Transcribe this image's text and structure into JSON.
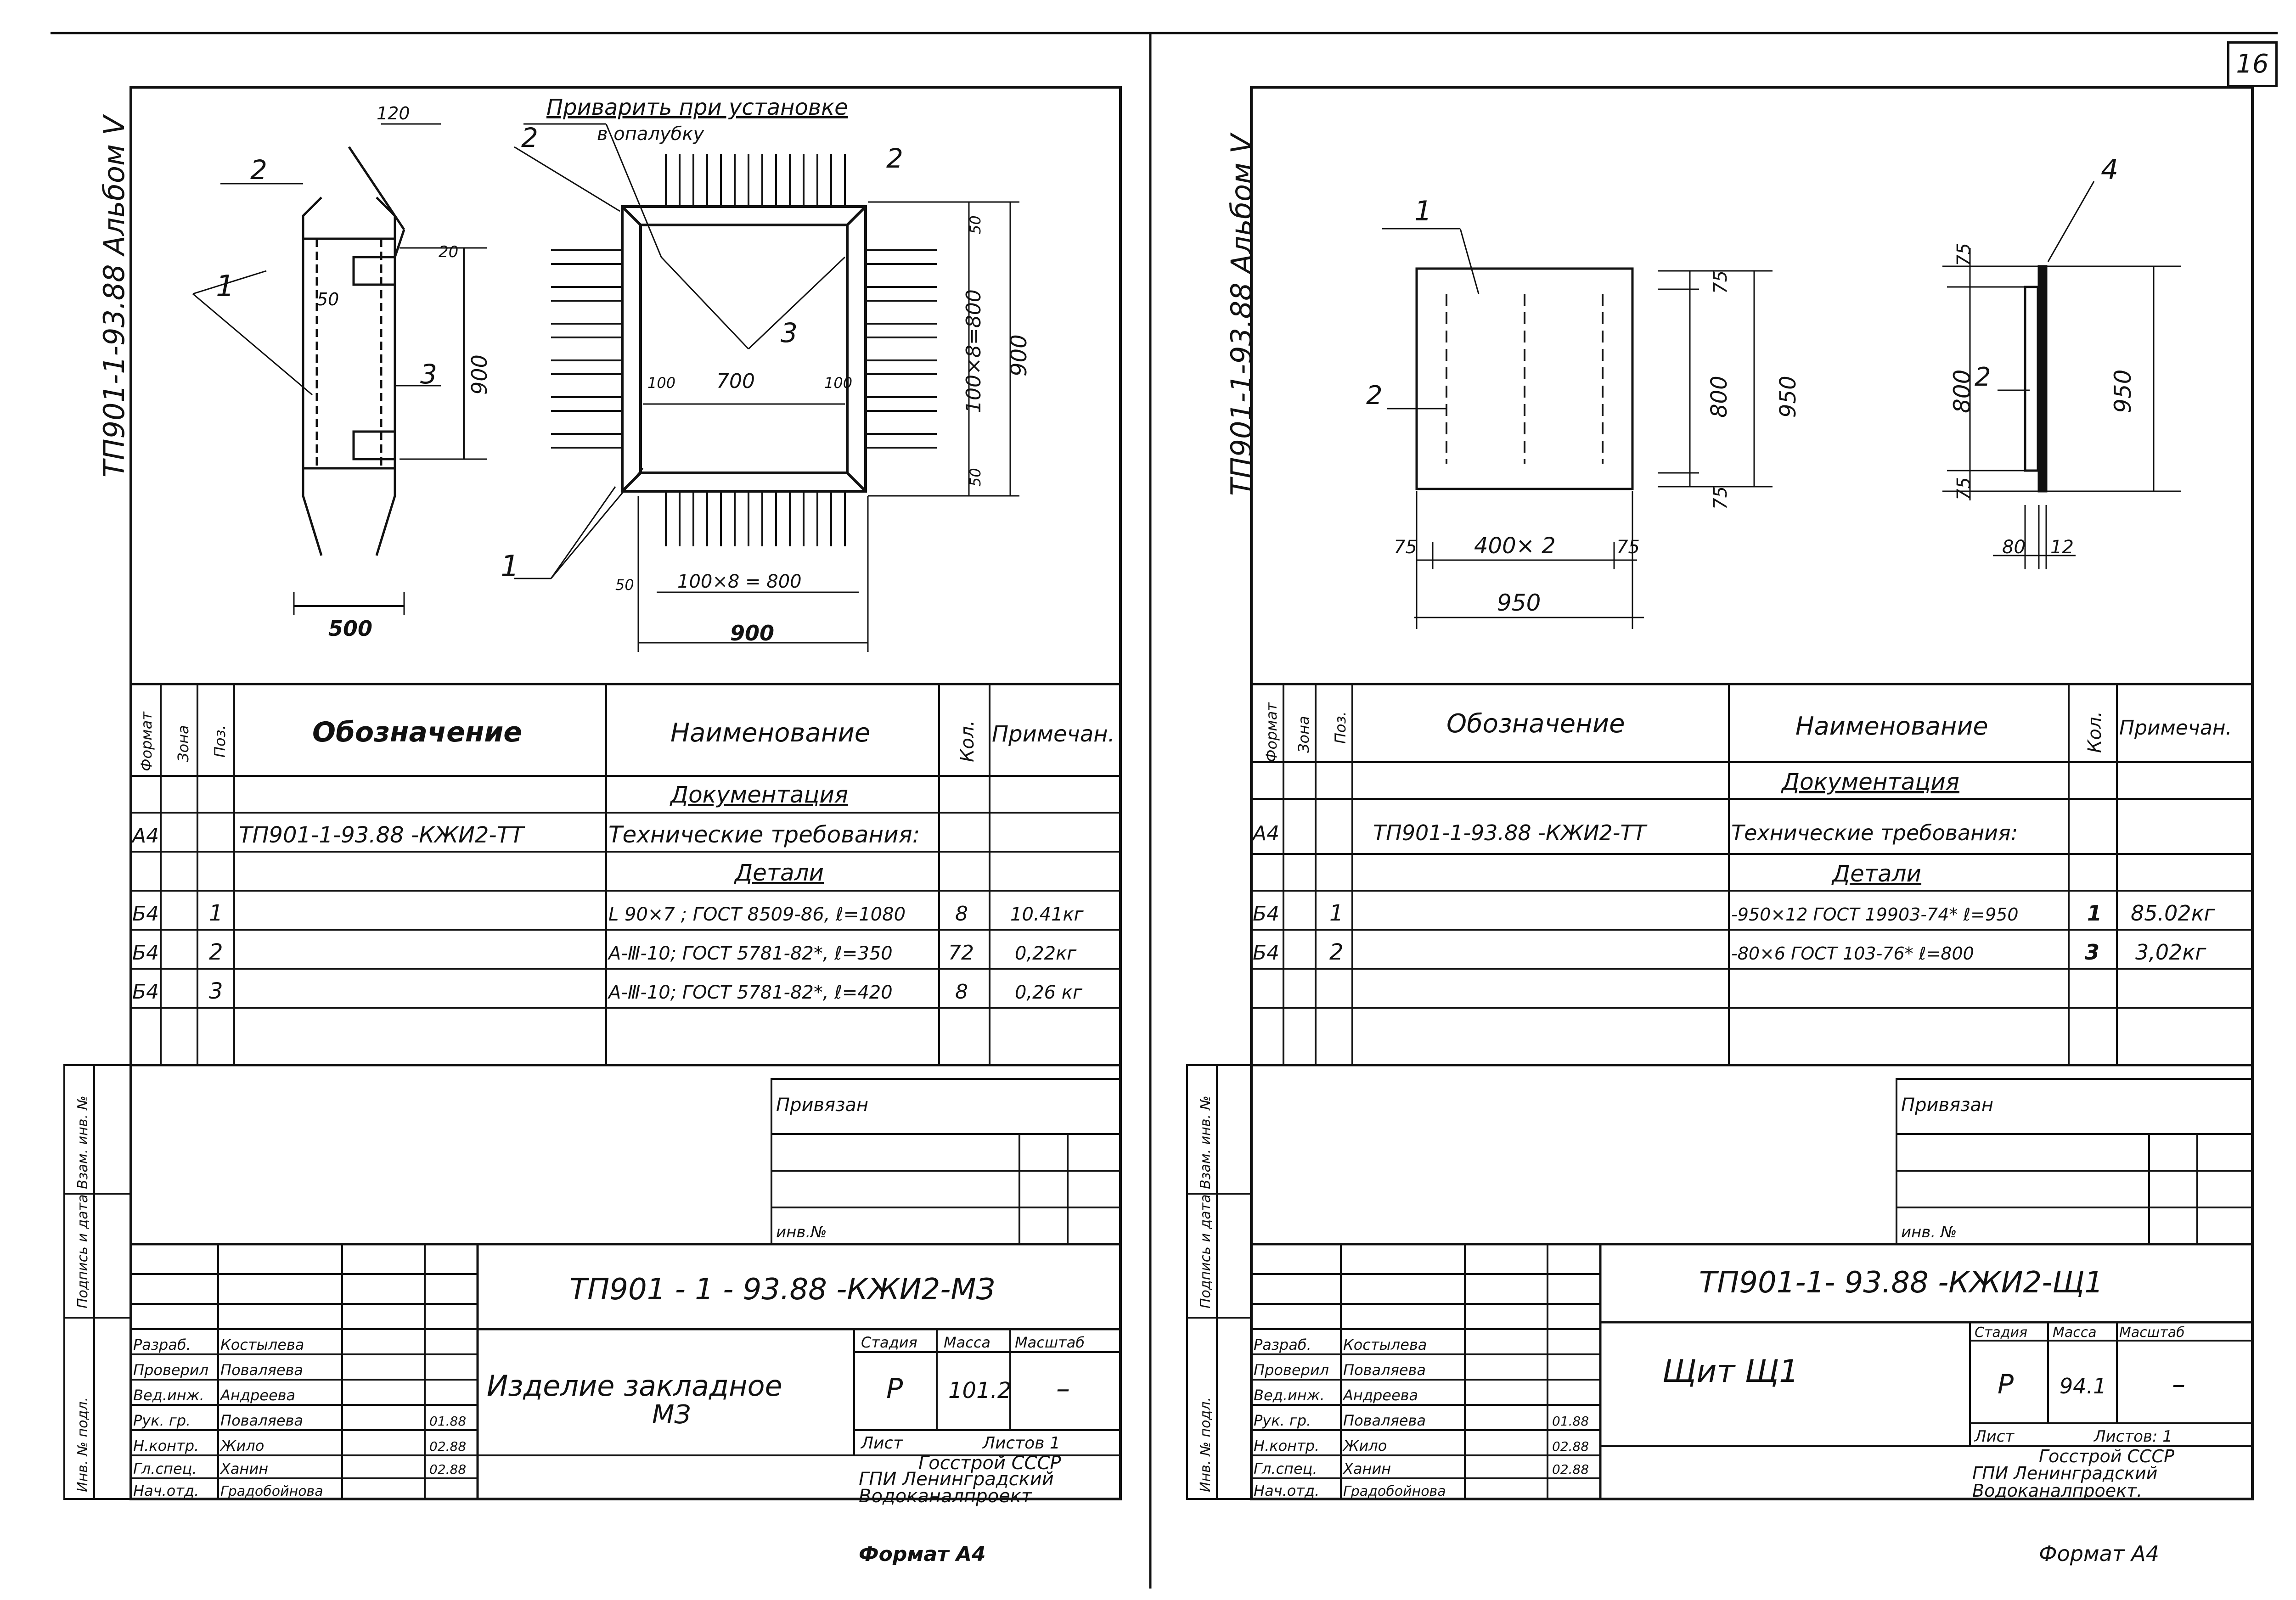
{
  "page_number": "16",
  "sheet_left": {
    "album_label": "ТП901-1-93.88 Альбом V",
    "drawing": {
      "dims": [
        "120",
        "20",
        "50",
        "900",
        "500",
        "700",
        "100",
        "100",
        "50",
        "100×8=800",
        "900",
        "50",
        "100×8 = 800",
        "50",
        "900"
      ],
      "leaders": [
        "1",
        "2",
        "2",
        "3",
        "3",
        "2",
        "1"
      ],
      "note_line1": "Приварить при установке",
      "note_line2": "в опалубку"
    },
    "spec": {
      "col_format": "Формат",
      "col_zone": "Зона",
      "col_pos": "Поз.",
      "col_designation": "Обозначение",
      "col_name": "Наименование",
      "col_qty": "Кол.",
      "col_note": "Примечан.",
      "rows": [
        {
          "format": "",
          "pos": "",
          "designation": "",
          "name": "Документация",
          "qty": "",
          "note": ""
        },
        {
          "format": "А4",
          "pos": "",
          "designation": "ТП901-1-93.88 -КЖИ2-ТТ",
          "name": "Технические требования:",
          "qty": "",
          "note": ""
        },
        {
          "format": "",
          "pos": "",
          "designation": "",
          "name": "Детали",
          "qty": "",
          "note": ""
        },
        {
          "format": "Б4",
          "pos": "1",
          "designation": "",
          "name": "L 90×7 ; ГОСТ 8509-86, ℓ=1080",
          "qty": "8",
          "note": "10.41кг"
        },
        {
          "format": "Б4",
          "pos": "2",
          "designation": "",
          "name": "А-Ⅲ-10; ГОСТ 5781-82*, ℓ=350",
          "qty": "72",
          "note": "0,22кг"
        },
        {
          "format": "Б4",
          "pos": "3",
          "designation": "",
          "name": "А-Ⅲ-10; ГОСТ 5781-82*, ℓ=420",
          "qty": "8",
          "note": "0,26 кг"
        }
      ]
    },
    "side_stamp": [
      "Инв. № подл.",
      "Подпись и дата",
      "Взам. инв. №"
    ],
    "privyazan": "Привязан",
    "inv_no": "инв.№",
    "title_block": {
      "code": "ТП901 - 1 - 93.88 -КЖИ2-МЗ",
      "name_line1": "Изделие закладное",
      "name_line2": "МЗ",
      "stage_label": "Стадия",
      "mass_label": "Масса",
      "scale_label": "Масштаб",
      "stage": "Р",
      "mass": "101.2",
      "scale": "–",
      "sheet_label": "Лист",
      "sheets_label": "Листов 1",
      "org_line1": "Госстрой СССР",
      "org_line2": "ГПИ Ленинградский",
      "org_line3": "Водоканалпроект",
      "staff": [
        {
          "role": "Разраб.",
          "name": "Костылева",
          "date": ""
        },
        {
          "role": "Проверил",
          "name": "Поваляева",
          "date": ""
        },
        {
          "role": "Вед.инж.",
          "name": "Андреева",
          "date": ""
        },
        {
          "role": "Рук. гр.",
          "name": "Поваляева",
          "date": "01.88"
        },
        {
          "role": "Н.контр.",
          "name": "Жило",
          "date": "02.88"
        },
        {
          "role": "Гл.спец.",
          "name": "Ханин",
          "date": "02.88"
        },
        {
          "role": "Нач.отд.",
          "name": "Градобойнова",
          "date": ""
        }
      ]
    },
    "format_label": "Формат А4"
  },
  "sheet_right": {
    "album_label": "ТП901-1-93.88 Альбом V",
    "drawing": {
      "dims": [
        "75",
        "800",
        "950",
        "75",
        "75",
        "400× 2",
        "75",
        "950",
        "75",
        "800",
        "950",
        "75",
        "80",
        "12"
      ],
      "leaders": [
        "1",
        "2",
        "4",
        "2"
      ]
    },
    "spec": {
      "col_format": "Формат",
      "col_zone": "Зона",
      "col_pos": "Поз.",
      "col_designation": "Обозначение",
      "col_name": "Наименование",
      "col_qty": "Кол.",
      "col_note": "Примечан.",
      "rows": [
        {
          "format": "",
          "pos": "",
          "designation": "",
          "name": "Документация",
          "qty": "",
          "note": ""
        },
        {
          "format": "А4",
          "pos": "",
          "designation": "ТП901-1-93.88 -КЖИ2-ТТ",
          "name": "Технические требования:",
          "qty": "",
          "note": ""
        },
        {
          "format": "",
          "pos": "",
          "designation": "",
          "name": "Детали",
          "qty": "",
          "note": ""
        },
        {
          "format": "Б4",
          "pos": "1",
          "designation": "",
          "name": "-950×12 ГОСТ 19903-74* ℓ=950",
          "qty": "1",
          "note": "85.02кг"
        },
        {
          "format": "Б4",
          "pos": "2",
          "designation": "",
          "name": "-80×6 ГОСТ 103-76* ℓ=800",
          "qty": "3",
          "note": "3,02кг"
        }
      ]
    },
    "side_stamp": [
      "Инв. № подл.",
      "Подпись и дата",
      "Взам. инв. №"
    ],
    "privyazan": "Привязан",
    "inv_no": "инв. №",
    "title_block": {
      "code": "ТП901-1- 93.88 -КЖИ2-Щ1",
      "name_line1": "Щит Щ1",
      "stage_label": "Стадия",
      "mass_label": "Масса",
      "scale_label": "Масштаб",
      "stage": "Р",
      "mass": "94.1",
      "scale": "–",
      "sheet_label": "Лист",
      "sheets_label": "Листов: 1",
      "org_line1": "Госстрой СССР",
      "org_line2": "ГПИ Ленинградский",
      "org_line3": "Водоканалпроект.",
      "staff": [
        {
          "role": "Разраб.",
          "name": "Костылева",
          "date": ""
        },
        {
          "role": "Проверил",
          "name": "Поваляева",
          "date": ""
        },
        {
          "role": "Вед.инж.",
          "name": "Андреева",
          "date": ""
        },
        {
          "role": "Рук. гр.",
          "name": "Поваляева",
          "date": "01.88"
        },
        {
          "role": "Н.контр.",
          "name": "Жило",
          "date": "02.88"
        },
        {
          "role": "Гл.спец.",
          "name": "Ханин",
          "date": "02.88"
        },
        {
          "role": "Нач.отд.",
          "name": "Градобойнова",
          "date": ""
        }
      ]
    },
    "format_label": "Формат А4"
  }
}
